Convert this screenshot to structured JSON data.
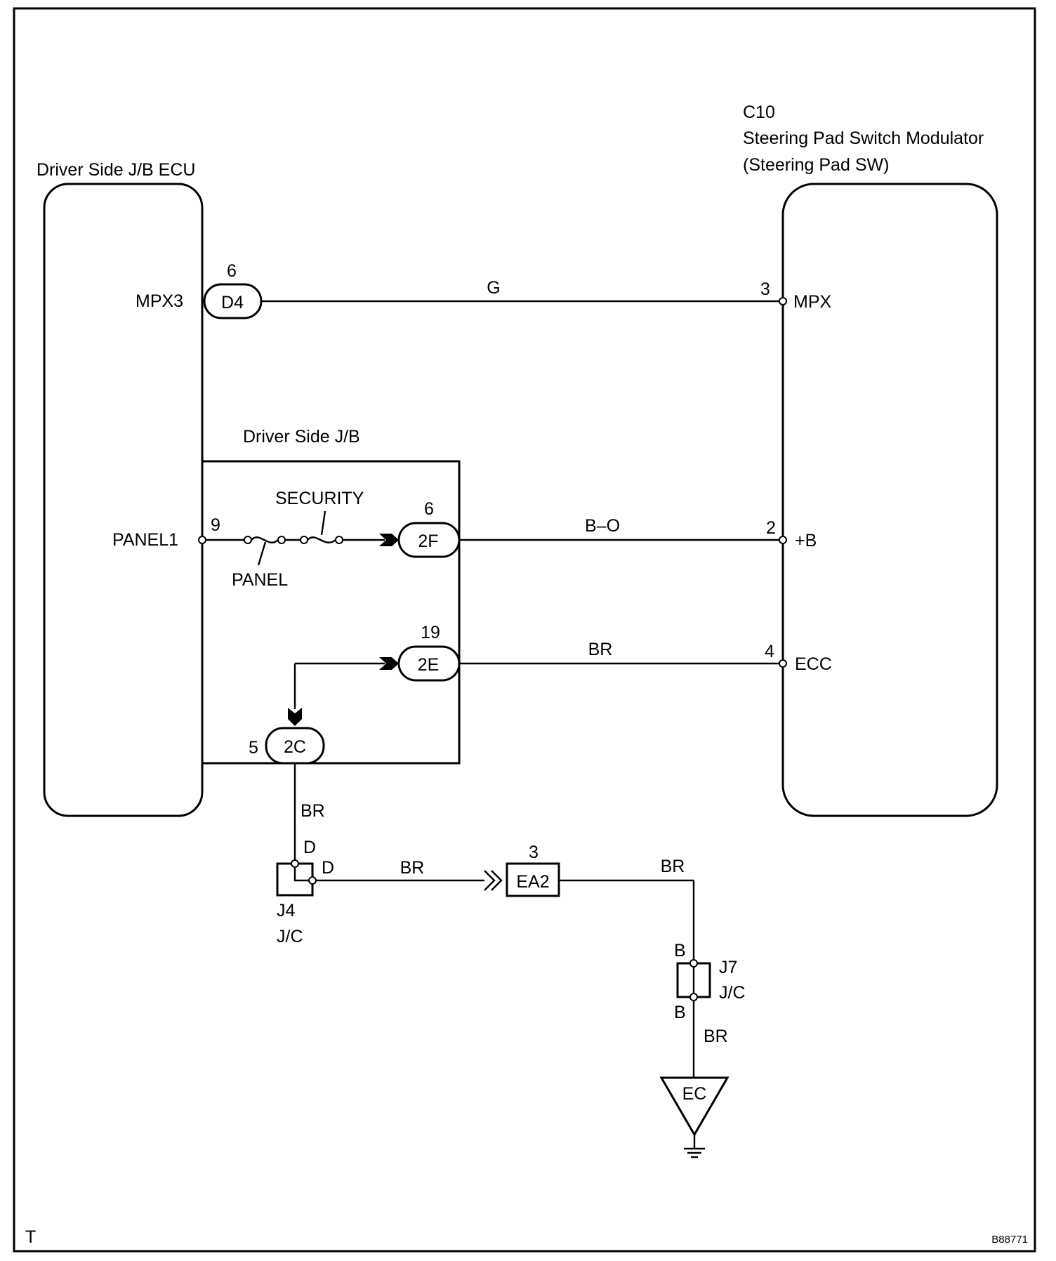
{
  "corner_mark": "T",
  "figure_code": "B88771",
  "ecu": {
    "title": "Driver Side J/B ECU",
    "terminal_mpx3": "MPX3",
    "terminal_panel1": "PANEL1"
  },
  "modulator": {
    "code": "C10",
    "name": "Steering Pad Switch Modulator",
    "subname": "(Steering Pad SW)",
    "terminal_mpx": "MPX",
    "terminal_b": "+B",
    "terminal_ecc": "ECC",
    "pin_mpx": "3",
    "pin_b": "2",
    "pin_ecc": "4"
  },
  "junction_block": {
    "title": "Driver Side J/B",
    "fuse_security": "SECURITY",
    "fuse_panel": "PANEL",
    "pin_panel1": "9"
  },
  "connectors": {
    "d4": {
      "label": "D4",
      "pin": "6"
    },
    "c2f": {
      "label": "2F",
      "pin": "6"
    },
    "c2e": {
      "label": "2E",
      "pin": "19"
    },
    "c2c": {
      "label": "2C",
      "pin": "5"
    },
    "ea2": {
      "label": "EA2",
      "pin": "3"
    }
  },
  "wires": {
    "mpx": "G",
    "b": "B–O",
    "ecc": "BR",
    "ground1": "BR",
    "ground2": "BR",
    "ground3": "BR",
    "ground4": "BR"
  },
  "j4": {
    "name": "J4",
    "type": "J/C",
    "pin_top": "D",
    "pin_right": "D"
  },
  "j7": {
    "name": "J7",
    "type": "J/C",
    "pin_top": "B",
    "pin_bottom": "B"
  },
  "ground": {
    "label": "EC"
  }
}
